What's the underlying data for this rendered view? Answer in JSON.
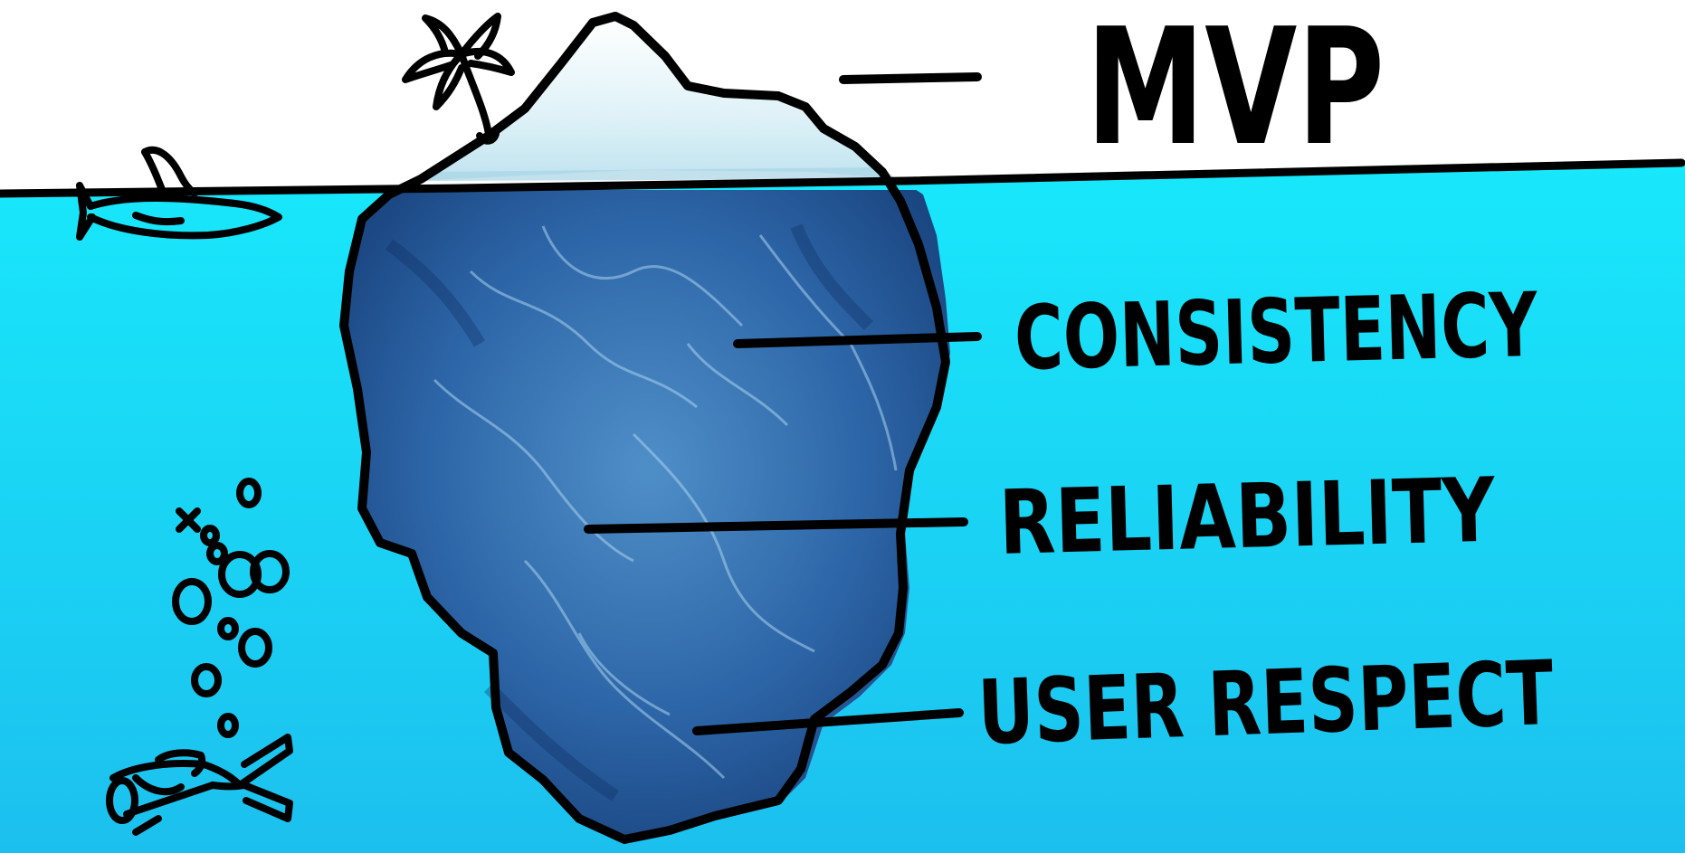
{
  "diagram": {
    "above_water_label": "MVP",
    "below_water_labels": [
      "CONSISTENCY",
      "RELIABILITY",
      "USER RESPECT"
    ]
  },
  "colors": {
    "water_top": "#18e8fb",
    "water_bottom": "#1cc0ee",
    "ice_light": "#e9f7fc",
    "ice_dark": "#143a72",
    "ice_mid": "#2f6eb0",
    "ink": "#000000"
  },
  "icons": [
    "palm-tree-icon",
    "shark-icon",
    "diver-icon",
    "bubbles-icon"
  ]
}
